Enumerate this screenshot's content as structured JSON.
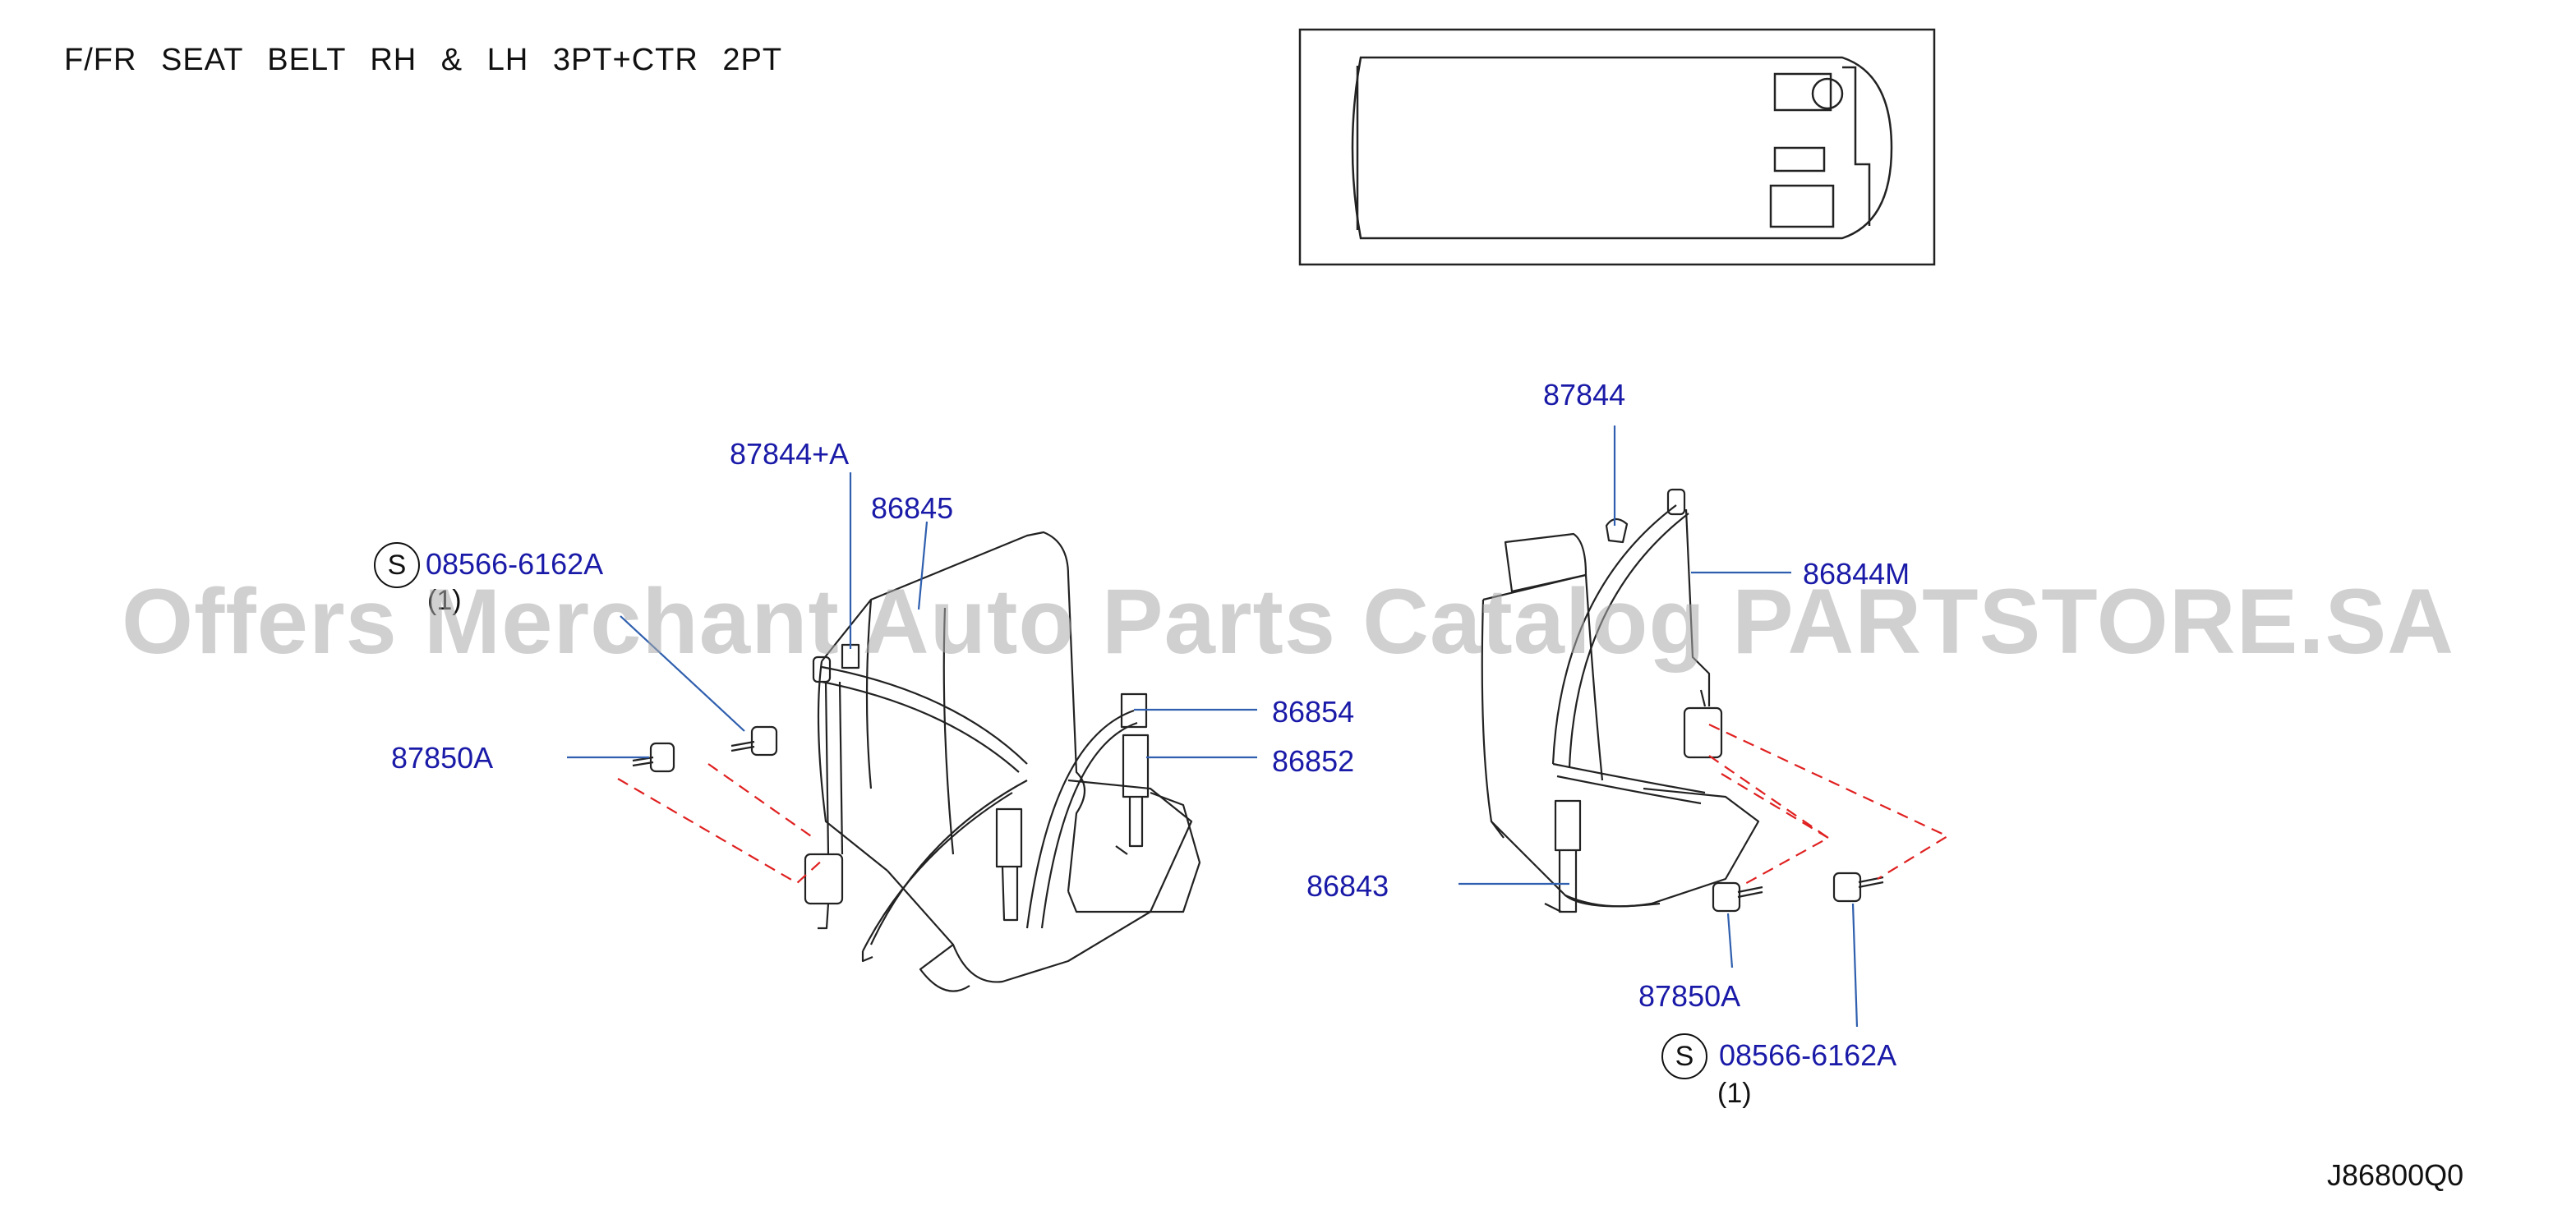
{
  "title": "F/FR  SEAT  BELT  RH  &  LH  3PT+CTR  2PT",
  "diagram_code": "J86800Q0",
  "watermark": "Offers Merchant Auto Parts Catalog PARTSTORE.SA",
  "colors": {
    "callout": "#1a1aa8",
    "leader": "#2f5fae",
    "dashed": "#e02020",
    "line": "#222222"
  },
  "left_assembly": {
    "labels": {
      "p87844A": "87844+A",
      "p86845": "86845",
      "p08566": "08566-6162A",
      "p08566_qty": "(1)",
      "p87850A": "87850A",
      "p86854": "86854",
      "p86852": "86852"
    }
  },
  "right_assembly": {
    "labels": {
      "p87844": "87844",
      "p86844M": "86844M",
      "p86843": "86843",
      "p87850A": "87850A",
      "p08566": "08566-6162A",
      "p08566_qty": "(1)"
    }
  },
  "s_mark": "S"
}
